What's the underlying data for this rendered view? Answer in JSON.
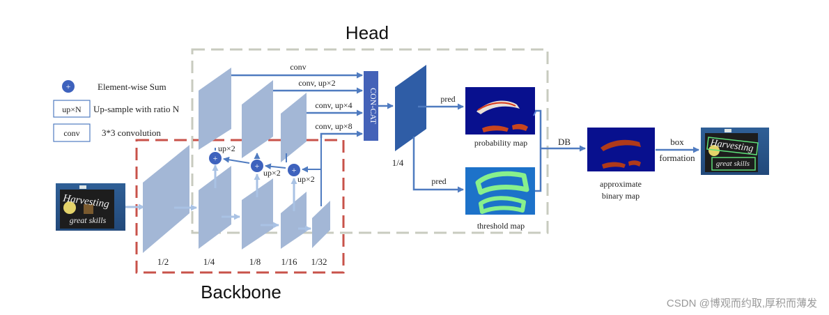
{
  "titles": {
    "head": "Head",
    "backbone": "Backbone"
  },
  "legend": {
    "sum_symbol": "+",
    "sum_label": "Element-wise Sum",
    "upsample_box": "up×N",
    "upsample_label": "Up-sample with ratio N",
    "conv_box": "conv",
    "conv_label": "3*3 convolution"
  },
  "backbone_scales": [
    "1/2",
    "1/4",
    "1/8",
    "1/16",
    "1/32"
  ],
  "fpn_up_labels": [
    "up×2",
    "up×2",
    "up×2"
  ],
  "concat_inputs": [
    "conv",
    "conv, up×2",
    "conv, up×4",
    "conv, up×8"
  ],
  "concat_label": "CON-CAT",
  "feature_scale": "1/4",
  "pred_labels": [
    "pred",
    "pred"
  ],
  "maps": {
    "probability": "probability map",
    "threshold": "threshold map",
    "db_label": "DB",
    "approx_line1": "approximate",
    "approx_line2": "binary map",
    "box_line1": "box",
    "box_line2": "formation"
  },
  "photo_text": {
    "line1": "Harvesting",
    "line2": "great skills"
  },
  "watermark": "CSDN @博观而约取,厚积而薄发",
  "colors": {
    "head_border": "#c8cbbf",
    "backbone_border": "#c8524a",
    "arrow": "#4f7bc0",
    "plane": "#a3b7d6",
    "concat": "#4462b8",
    "feature": "#2f5da6",
    "sum_circle": "#3e62bd"
  }
}
